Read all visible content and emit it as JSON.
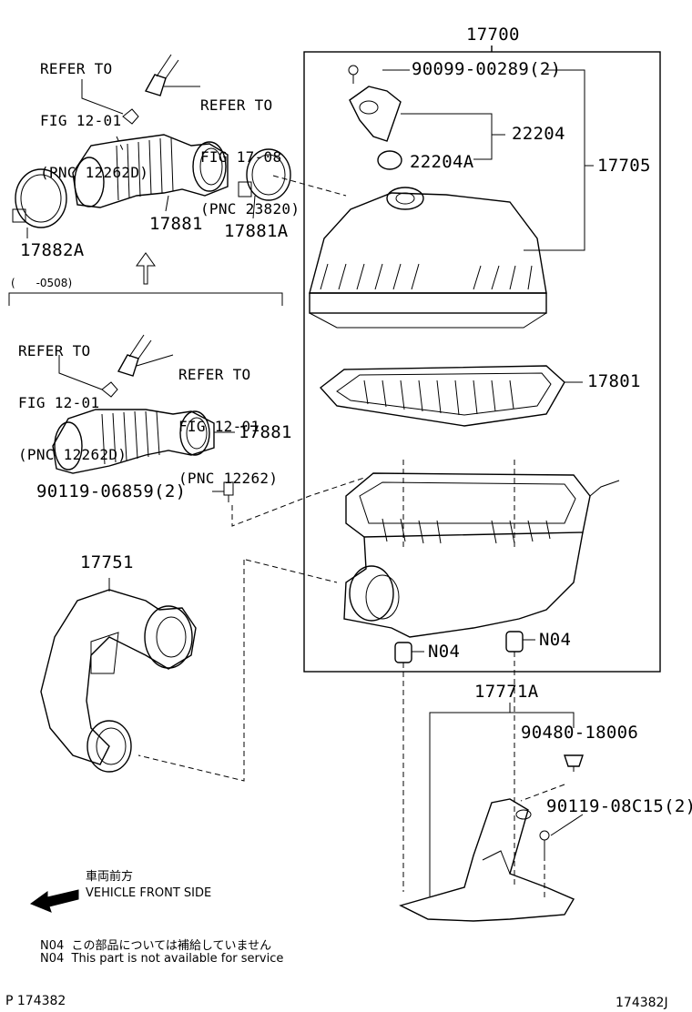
{
  "labels": {
    "p17700": "17700",
    "p90099": "90099-00289(2)",
    "p22204": "22204",
    "p22204a": "22204A",
    "p17705": "17705",
    "p17801": "17801",
    "p17881_top": "17881",
    "p17881a": "17881A",
    "p17882a": "17882A",
    "p17881_bot": "17881",
    "p90119_06859": "90119-06859(2)",
    "p17751": "17751",
    "n04_left": "N04",
    "n04_right": "N04",
    "p17771a": "17771A",
    "p90480": "90480-18006",
    "p90119_08c15": "90119-08C15(2)"
  },
  "refs": {
    "ref1": [
      "REFER TO",
      "FIG 12-01",
      "(PNC 12262D)"
    ],
    "ref2": [
      "REFER TO",
      "FIG 17-08",
      "(PNC 23820)"
    ],
    "ref3": [
      "REFER TO",
      "FIG 12-01",
      "(PNC 12262D)"
    ],
    "ref4": [
      "REFER TO",
      "FIG 12-01",
      "(PNC 12262)"
    ]
  },
  "date_range": "(      -0508)",
  "direction": {
    "jp": "車両前方",
    "en": "VEHICLE FRONT SIDE"
  },
  "notes": {
    "jp": "N04  この部品については補給していません",
    "en": "N04  This part is not available for service"
  },
  "footer": {
    "left": "P 174382",
    "right": "174382J"
  }
}
